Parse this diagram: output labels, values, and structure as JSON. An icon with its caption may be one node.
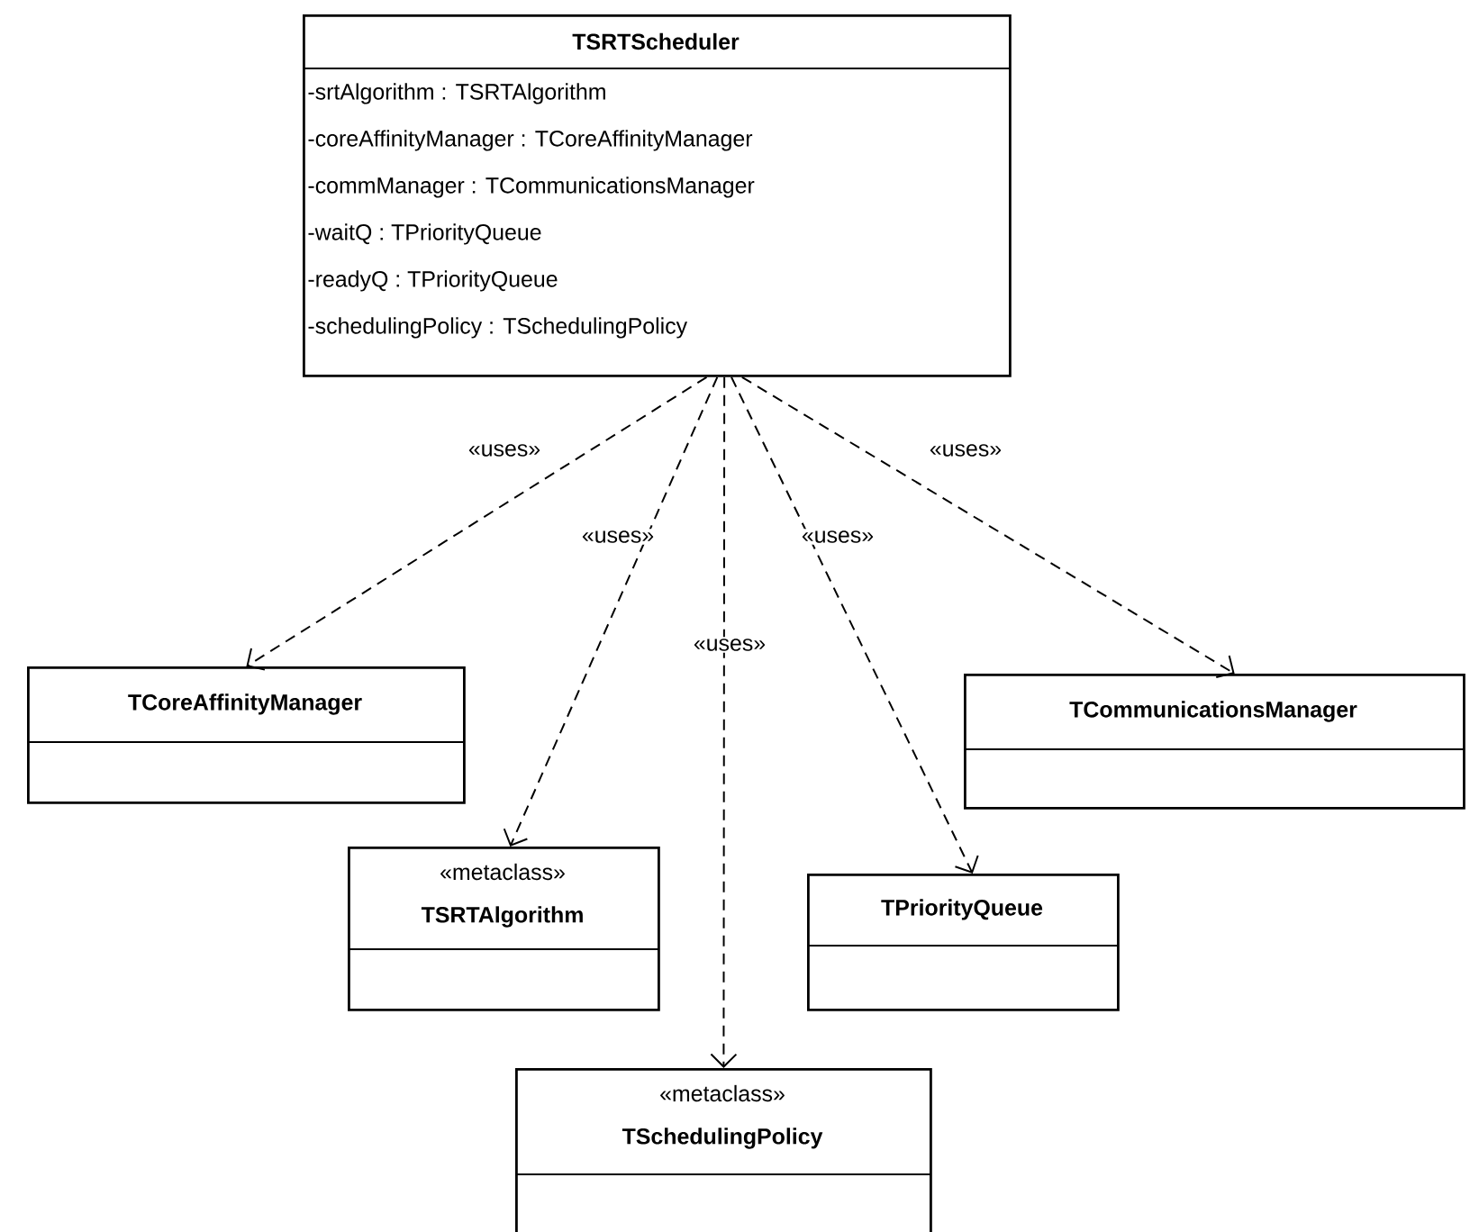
{
  "diagram": {
    "nodes": [
      {
        "text": [
          "TSRTScheduler",
          "-srtAlgorithm : TSRTAlgorithm",
          "-coreAffinityManager : TCoreAffinityManager",
          "-commManager : TCommunicationsManager",
          "-waitQ : TPriorityQueue",
          "-readyQ : TPriorityQueue",
          "-schedulingPolicy : TSchedulingPolicy"
        ]
      },
      {
        "text": [
          "TCoreAffinityManager"
        ]
      },
      {
        "text": [
          "«metaclass»",
          "TSRTAlgorithm"
        ]
      },
      {
        "text": [
          "TCommunicationsManager"
        ]
      },
      {
        "text": [
          "TPriorityQueue"
        ]
      },
      {
        "text": [
          "«metaclass»",
          "TSchedulingPolicy"
        ]
      }
    ],
    "edges": [
      {
        "from": 0,
        "to": 1,
        "arrow": "to",
        "label": "«uses»",
        "style": "dashed"
      },
      {
        "from": 0,
        "to": 2,
        "arrow": "to",
        "label": "«uses»",
        "style": "dashed"
      },
      {
        "from": 0,
        "to": 5,
        "arrow": "to",
        "label": "«uses»",
        "style": "dashed"
      },
      {
        "from": 0,
        "to": 4,
        "arrow": "to",
        "label": "«uses»",
        "style": "dashed"
      },
      {
        "from": 0,
        "to": 3,
        "arrow": "to",
        "label": "«uses»",
        "style": "dashed"
      }
    ]
  }
}
